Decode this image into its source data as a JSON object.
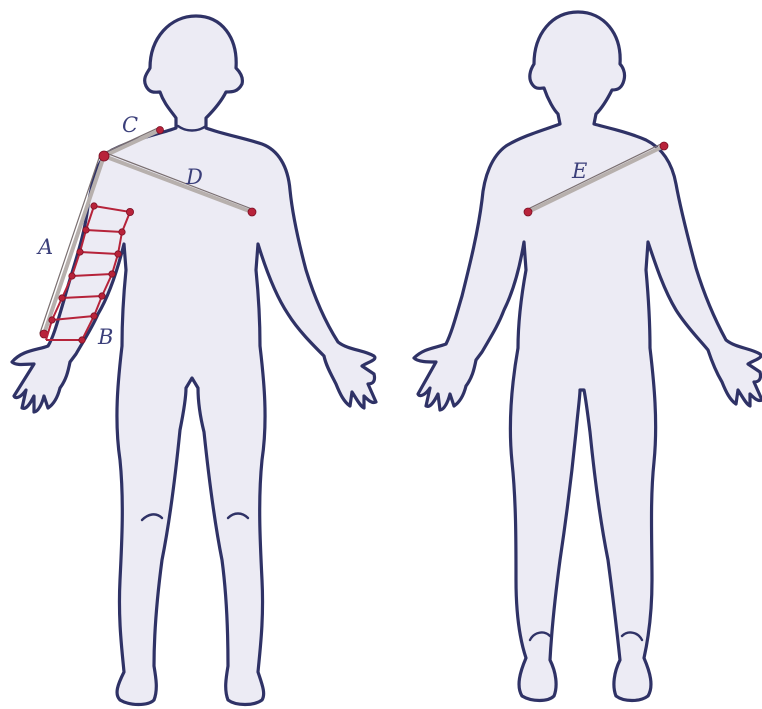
{
  "labels": {
    "a": "A",
    "b": "B",
    "c": "C",
    "d": "D",
    "e": "E"
  },
  "colors": {
    "outline": "#2f3266",
    "fill": "#ecebf4",
    "marker": "#b8233a",
    "tape": "#b7b0ad"
  }
}
